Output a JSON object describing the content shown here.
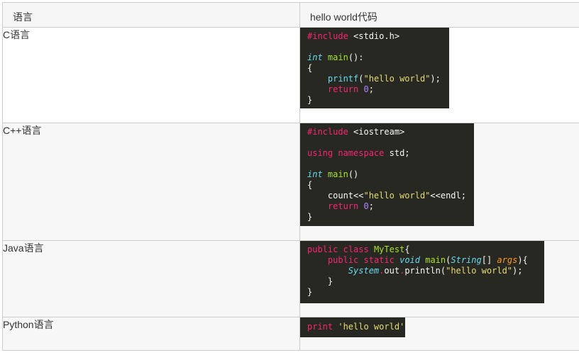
{
  "table": {
    "headers": [
      "语言",
      "hello world代码"
    ],
    "rows": [
      {
        "language": "C语言",
        "code_lines": [
          "#include <stdio.h>",
          "",
          "int main():",
          "{",
          "    printf(\"hello world\");",
          "    return 0;",
          "}"
        ]
      },
      {
        "language": "C++语言",
        "code_lines": [
          "#include <iostream>",
          "",
          "using namespace std;",
          "",
          "int main()",
          "{",
          "    count<<\"hello world\"<<endl;",
          "    return 0;",
          "}"
        ]
      },
      {
        "language": "Java语言",
        "code_lines": [
          "public class MyTest{",
          "    public static void main(String[] args){",
          "        System.out.println(\"hello world\");",
          "    }",
          "}"
        ]
      },
      {
        "language": "Python语言",
        "code_lines": [
          "print 'hello world'"
        ]
      }
    ]
  },
  "tokens": {
    "c": {
      "include": "#include",
      "header": " <stdio.h>",
      "int": "int",
      "main": "main",
      "main_rest": "():",
      "open": "{",
      "printf": "printf",
      "paren_open": "(",
      "str": "\"hello world\"",
      "paren_close": ");",
      "return": "return",
      "zero": "0",
      "semi": ";",
      "close": "}"
    },
    "cpp": {
      "include": "#include",
      "header": " <iostream>",
      "using": "using",
      "namespace": "namespace",
      "std": " std;",
      "int": "int",
      "main": "main",
      "main_rest": "()",
      "open": "{",
      "count": "count<<",
      "str": "\"hello world\"",
      "endl": "<<endl;",
      "return": "return",
      "zero": "0",
      "semi": ";",
      "close": "}"
    },
    "java": {
      "public": "public",
      "class": "class",
      "classname": "MyTest",
      "brace": "{",
      "public2": "public",
      "static": "static",
      "void": "void",
      "main": "main",
      "paren": "(",
      "string": "String",
      "arr": "[] ",
      "args": "args",
      "paren_close": "){",
      "system": "System",
      "dot1": ".",
      "out": "out",
      "dot2": ".",
      "println": "println(",
      "str": "\"hello world\"",
      "end": ");",
      "inner_close": "}",
      "close": "}"
    },
    "python": {
      "print": "print",
      "str": "'hello world'"
    }
  },
  "colors": {
    "code_bg": "#272822",
    "keyword": "#f92672",
    "type": "#66d9ef",
    "function": "#a6e22e",
    "string": "#e6db74",
    "number": "#ae81ff",
    "argument": "#fd971f",
    "header_bg": "#f6f6f6",
    "border": "#cccccc"
  }
}
